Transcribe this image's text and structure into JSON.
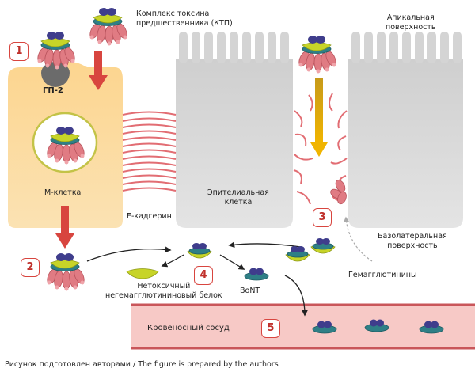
{
  "labels": {
    "complex": "Комплекс токсина\nпредшественника (КТП)",
    "gp2": "ГП-2",
    "apical": "Апикальная\nповерхность",
    "m_cell": "М-клетка",
    "e_cadherin": "Е-кадгерин",
    "epithelial": "Эпителиальная\nклетка",
    "basolateral": "Базолатеральная\nповерхность",
    "hemagglutinins": "Гемагглютинины",
    "nontoxic": "Нетоксичный\nнегемагглютининовый белок",
    "bont": "BoNT",
    "blood_vessel": "Кровеносный сосуд"
  },
  "steps": [
    "1",
    "2",
    "3",
    "4",
    "5"
  ],
  "caption": "Рисунок подготовлен авторами / The figure is prepared by the authors",
  "colors": {
    "m_cell_fill": "#fbd38e",
    "epithelial_fill": "#d6d6d6",
    "vessel_fill": "#f7c9c6",
    "accent_red": "#d8453f",
    "arrow_gold": "#d9a400",
    "bont_blue": "#2f7f86",
    "nontoxic_yellow": "#c7d428",
    "dimer_purple": "#3f3d8c"
  }
}
